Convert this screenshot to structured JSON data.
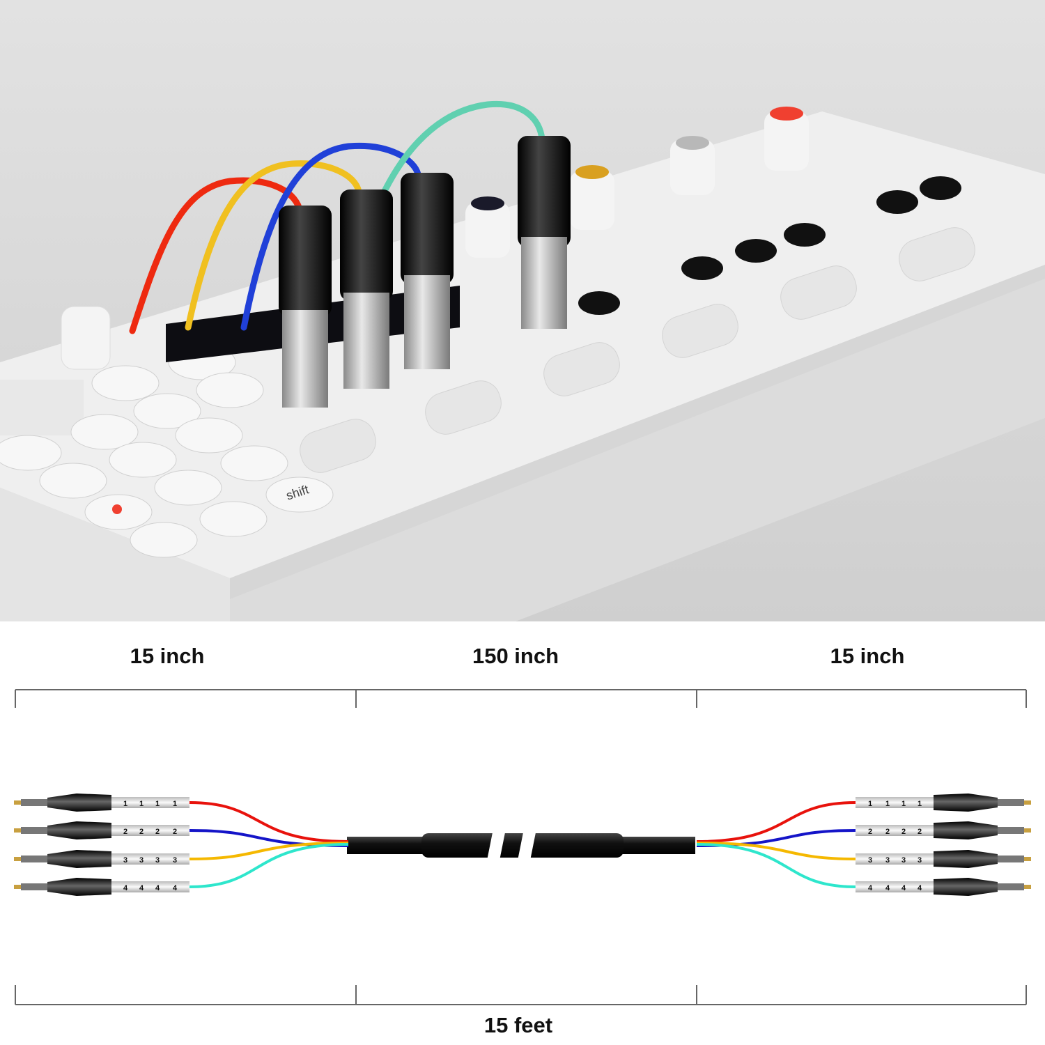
{
  "dimensions": {
    "left_segment": "15 inch",
    "middle_segment": "150 inch",
    "right_segment": "15 inch",
    "total_length": "15 feet"
  },
  "channels": [
    {
      "label": "1",
      "color": "#e8120c"
    },
    {
      "label": "2",
      "color": "#1414c8"
    },
    {
      "label": "3",
      "color": "#f5b800"
    },
    {
      "label": "4",
      "color": "#2ee6cc"
    }
  ],
  "device": {
    "shift_key_label": "shift"
  },
  "colors": {
    "trunk_cable": "#1a1a1a",
    "plug_body": "#111111",
    "background_photo": "#d4d4d4"
  }
}
